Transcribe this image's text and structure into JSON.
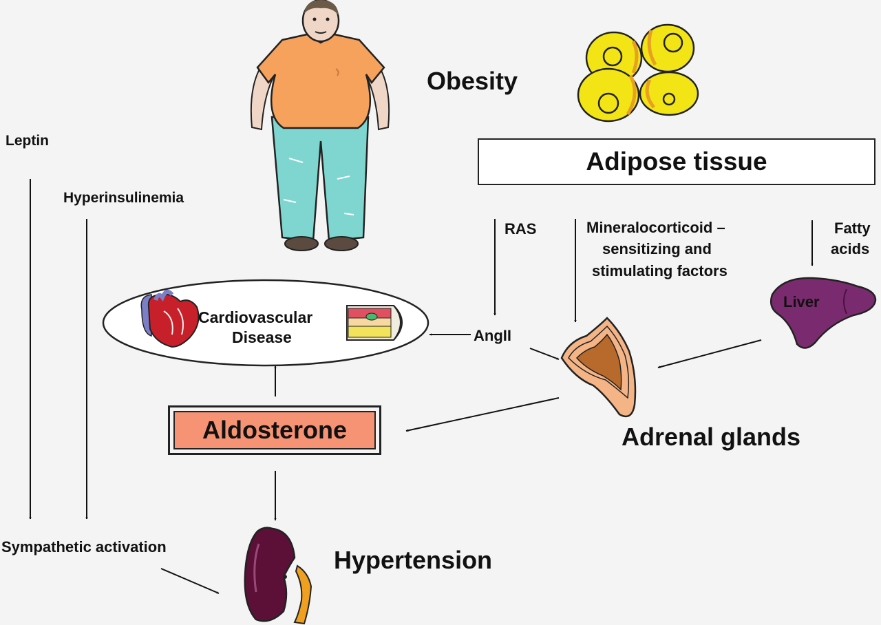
{
  "labels": {
    "obesity": "Obesity",
    "adipose_tissue": "Adipose tissue",
    "leptin": "Leptin",
    "hyperinsulinemia": "Hyperinsulinemia",
    "ras": "RAS",
    "mineralocorticoid_line1": "Mineralocorticoid –",
    "mineralocorticoid_line2": "sensitizing and",
    "mineralocorticoid_line3": "stimulating factors",
    "fatty_line1": "Fatty",
    "fatty_line2": "acids",
    "liver": "Liver",
    "cvd_line1": "Cardiovascular",
    "cvd_line2": "Disease",
    "angii": "AngII",
    "aldosterone": "Aldosterone",
    "adrenal_glands": "Adrenal glands",
    "sympathetic_activation": "Sympathetic activation",
    "hypertension": "Hypertension"
  },
  "colors": {
    "shirt": "#f6a15c",
    "pants": "#7fd6d0",
    "skin": "#f0d6c6",
    "fat_cell": "#f2e415",
    "fat_cell_edge": "#e8a020",
    "liver": "#7a2a6e",
    "kidney": "#5c1038",
    "ureter": "#f0a020",
    "adrenal_outer": "#f4b486",
    "adrenal_inner": "#b86a2c",
    "heart": "#c8202a",
    "vessel_plaque": "#f3e35a",
    "aldosterone_fill": "#f59374"
  },
  "icons": [
    "obese-man-icon",
    "fat-cells-icon",
    "heart-icon",
    "artery-plaque-icon",
    "liver-icon",
    "adrenal-gland-icon",
    "kidney-icon"
  ]
}
